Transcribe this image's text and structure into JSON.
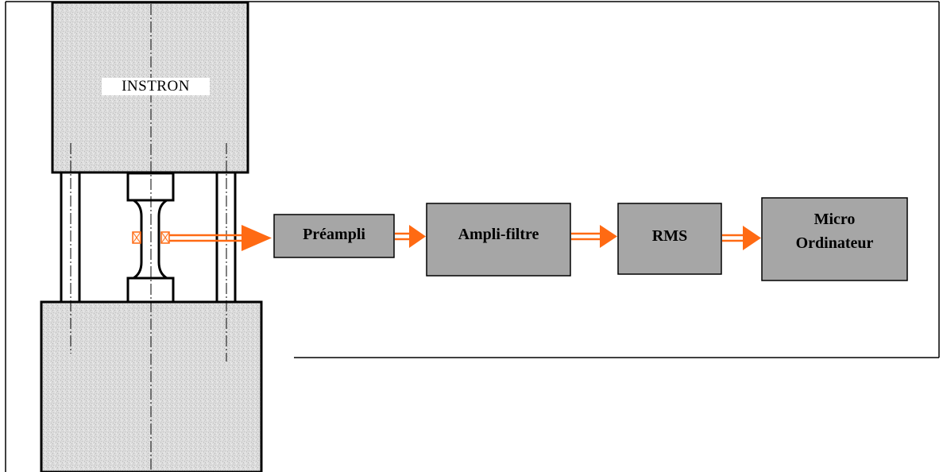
{
  "machine": {
    "name": "INSTRON"
  },
  "chain": [
    {
      "id": "preampli",
      "line1": "Préampli",
      "line2": ""
    },
    {
      "id": "ampli-filtre",
      "line1": "Ampli-filtre",
      "line2": ""
    },
    {
      "id": "rms",
      "line1": "RMS",
      "line2": ""
    },
    {
      "id": "micro-ordinateur",
      "line1": "Micro",
      "line2": "Ordinateur"
    }
  ],
  "colors": {
    "arrow": "#ff6a13",
    "box_fill": "#a6a6a6",
    "granite": "#d8d8d8",
    "line": "#000000"
  }
}
